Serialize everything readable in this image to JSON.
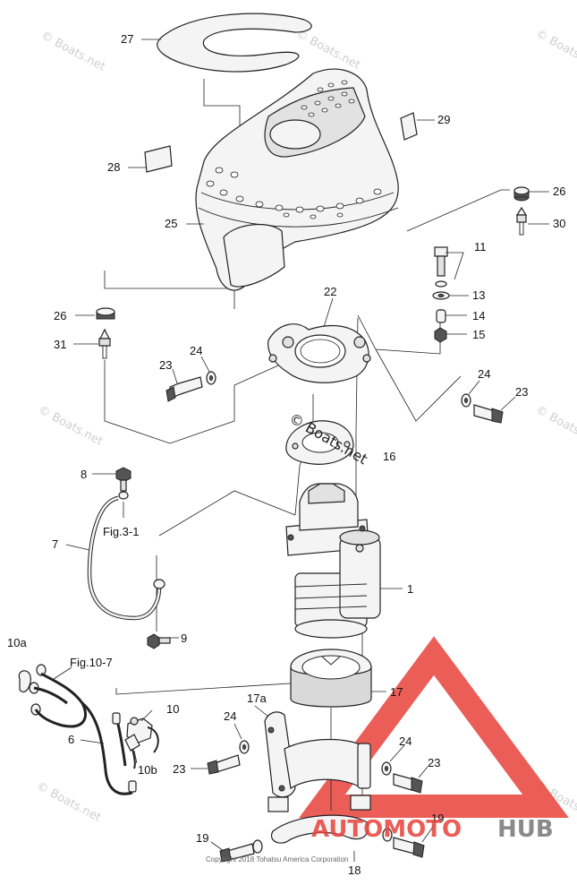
{
  "labels": {
    "p27": "27",
    "p29": "29",
    "p28": "28",
    "p26a": "26",
    "p30": "30",
    "p25": "25",
    "p11": "11",
    "p13": "13",
    "p14": "14",
    "p15": "15",
    "p22": "22",
    "p26b": "26",
    "p31": "31",
    "p24a": "24",
    "p23a": "23",
    "p24b": "24",
    "p23b": "23",
    "p16": "16",
    "p8": "8",
    "fig31": "Fig.3-1",
    "p7": "7",
    "p1": "1",
    "p9": "9",
    "p10a": "10a",
    "fig107": "Fig.10-7",
    "p10": "10",
    "p17a": "17a",
    "p17": "17",
    "p6": "6",
    "p24c": "24",
    "p24d": "24",
    "p10b": "10b",
    "p23c": "23",
    "p23d": "23",
    "p19a": "19",
    "p19b": "19",
    "p18": "18"
  },
  "watermarks": {
    "site": "© Boats.net",
    "center": "© Boats.net"
  },
  "brand": {
    "name_part1": "AUTOMOTO",
    "name_part2": "HUB",
    "color_red": "#e8423b",
    "color_gray": "#8a8a8a"
  },
  "copyright": "Copyright 2018 Tohatsu America Corporation"
}
